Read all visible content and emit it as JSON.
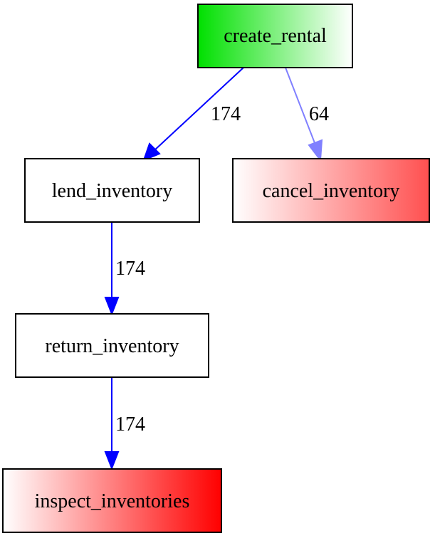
{
  "nodes": {
    "create_rental": {
      "label": "create_rental",
      "fill": "green-to-white gradient",
      "colors": [
        "#00e000",
        "#ffffff"
      ]
    },
    "lend_inventory": {
      "label": "lend_inventory",
      "fill": "white",
      "colors": [
        "#ffffff"
      ]
    },
    "cancel_inventory": {
      "label": "cancel_inventory",
      "fill": "white-to-red gradient",
      "colors": [
        "#ffffff",
        "#ff5050"
      ]
    },
    "return_inventory": {
      "label": "return_inventory",
      "fill": "white",
      "colors": [
        "#ffffff"
      ]
    },
    "inspect_inventories": {
      "label": "inspect_inventories",
      "fill": "white-to-red gradient",
      "colors": [
        "#ffffff",
        "#ff0000"
      ]
    }
  },
  "edges": [
    {
      "from": "create_rental",
      "to": "lend_inventory",
      "label": "174",
      "color": "#0000ff"
    },
    {
      "from": "create_rental",
      "to": "cancel_inventory",
      "label": "64",
      "color": "#8080ff"
    },
    {
      "from": "lend_inventory",
      "to": "return_inventory",
      "label": "174",
      "color": "#0000ff"
    },
    {
      "from": "return_inventory",
      "to": "inspect_inventories",
      "label": "174",
      "color": "#0000ff"
    }
  ]
}
